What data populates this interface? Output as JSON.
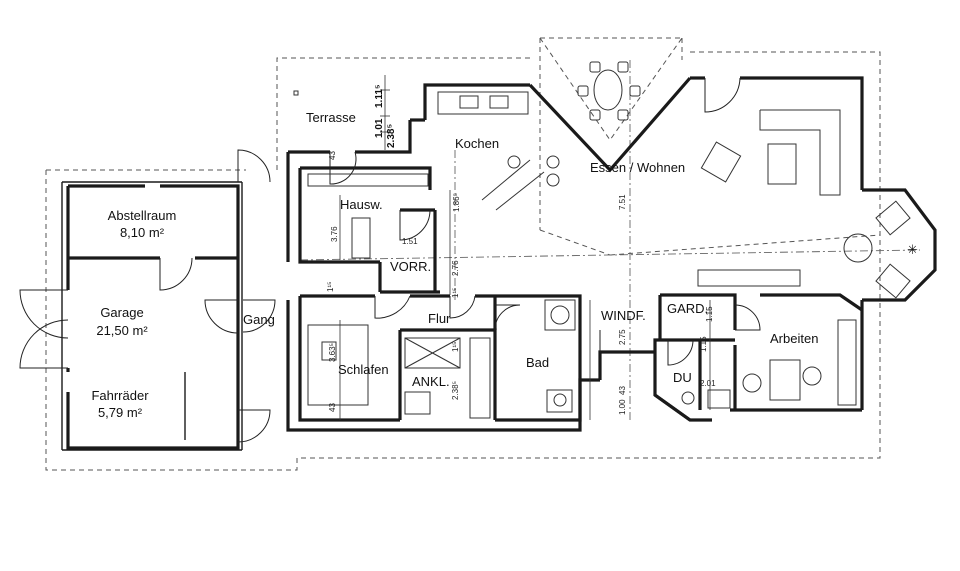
{
  "rooms": [
    {
      "id": "abstellraum",
      "name": "Abstellraum",
      "area": "8,10 m²"
    },
    {
      "id": "garage",
      "name": "Garage",
      "area": "21,50 m²"
    },
    {
      "id": "fahrraeder",
      "name": "Fahrräder",
      "area": "5,79 m²"
    },
    {
      "id": "gang",
      "name": "Gang"
    },
    {
      "id": "terrasse",
      "name": "Terrasse"
    },
    {
      "id": "kochen",
      "name": "Kochen"
    },
    {
      "id": "essen",
      "name": "Essen / Wohnen"
    },
    {
      "id": "hausw",
      "name": "Hausw."
    },
    {
      "id": "vorr",
      "name": "VORR."
    },
    {
      "id": "flur",
      "name": "Flur"
    },
    {
      "id": "schlafen",
      "name": "Schlafen"
    },
    {
      "id": "ankl",
      "name": "ANKL."
    },
    {
      "id": "bad",
      "name": "Bad"
    },
    {
      "id": "windf",
      "name": "WINDF."
    },
    {
      "id": "gard",
      "name": "GARD."
    },
    {
      "id": "du",
      "name": "DU"
    },
    {
      "id": "arbeiten",
      "name": "Arbeiten"
    }
  ],
  "dimensions": {
    "d101": "1.01",
    "d111": "1.11⁵",
    "d238a": "2.38⁵",
    "d43a": "43",
    "d186": "1.86⁵",
    "d376": "3.76",
    "d151": "1.51",
    "d115a": "1¹⁵",
    "d276a": "2.76",
    "d115b": "1¹⁵",
    "d751": "7.51",
    "d363": "3.63⁵",
    "d43b": "43",
    "d238b": "2.38⁵",
    "d115c": "1¹⁵",
    "d275": "2.75",
    "d43c": "43",
    "d100": "1.00",
    "d115d": "1.15",
    "d115e": "1.15",
    "d201": "2.01"
  }
}
